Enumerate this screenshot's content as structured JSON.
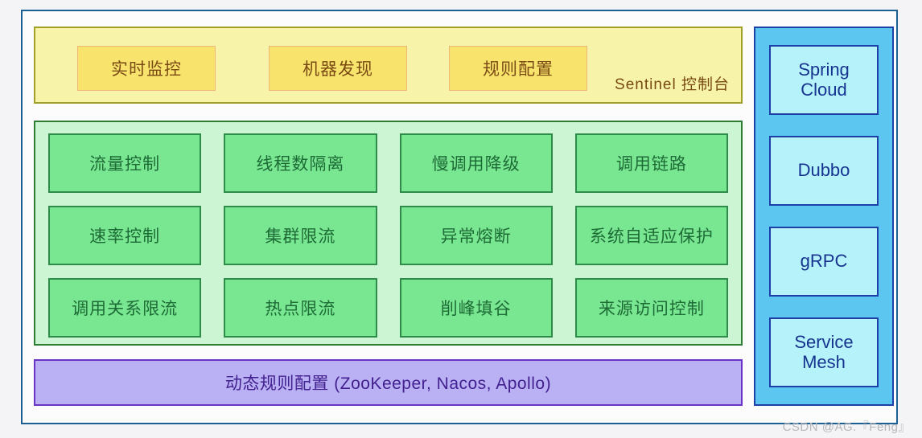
{
  "diagram": {
    "console": {
      "title": "Sentinel 控制台",
      "buttons": [
        {
          "label": "实时监控"
        },
        {
          "label": "机器发现"
        },
        {
          "label": "规则配置"
        }
      ]
    },
    "features": {
      "cells": [
        {
          "label": "流量控制"
        },
        {
          "label": "线程数隔离"
        },
        {
          "label": "慢调用降级"
        },
        {
          "label": "调用链路"
        },
        {
          "label": "速率控制"
        },
        {
          "label": "集群限流"
        },
        {
          "label": "异常熔断"
        },
        {
          "label": "系统自适应保护"
        },
        {
          "label": "调用关系限流"
        },
        {
          "label": "热点限流"
        },
        {
          "label": "削峰填谷"
        },
        {
          "label": "来源访问控制"
        }
      ]
    },
    "config_bar": {
      "label": "动态规则配置 (ZooKeeper, Nacos, Apollo)"
    },
    "adapters": {
      "cards": [
        {
          "line1": "Spring",
          "line2": "Cloud"
        },
        {
          "line1": "Dubbo",
          "line2": ""
        },
        {
          "line1": "gRPC",
          "line2": ""
        },
        {
          "line1": "Service",
          "line2": "Mesh"
        }
      ]
    },
    "watermark": "CSDN @AG.『Feng』",
    "colors": {
      "frame_border": "#1b5f93",
      "console_bg": "#f7f3a8",
      "console_border": "#a0a028",
      "console_button_bg": "#f8e46d",
      "console_button_border": "#f0b77c",
      "console_text": "#7a4a14",
      "feature_panel_bg": "#ccf5d4",
      "feature_panel_border": "#2f7d35",
      "feature_cell_bg": "#79e792",
      "feature_cell_border": "#2e8b4a",
      "feature_text": "#1d6b35",
      "config_bg": "#b9b1f4",
      "config_border": "#6a33c6",
      "config_text": "#43208f",
      "adapters_bg": "#5cc6f0",
      "adapters_border": "#1d40a8",
      "adapter_card_bg": "#b6f2fa",
      "adapter_text": "#16348f"
    }
  }
}
